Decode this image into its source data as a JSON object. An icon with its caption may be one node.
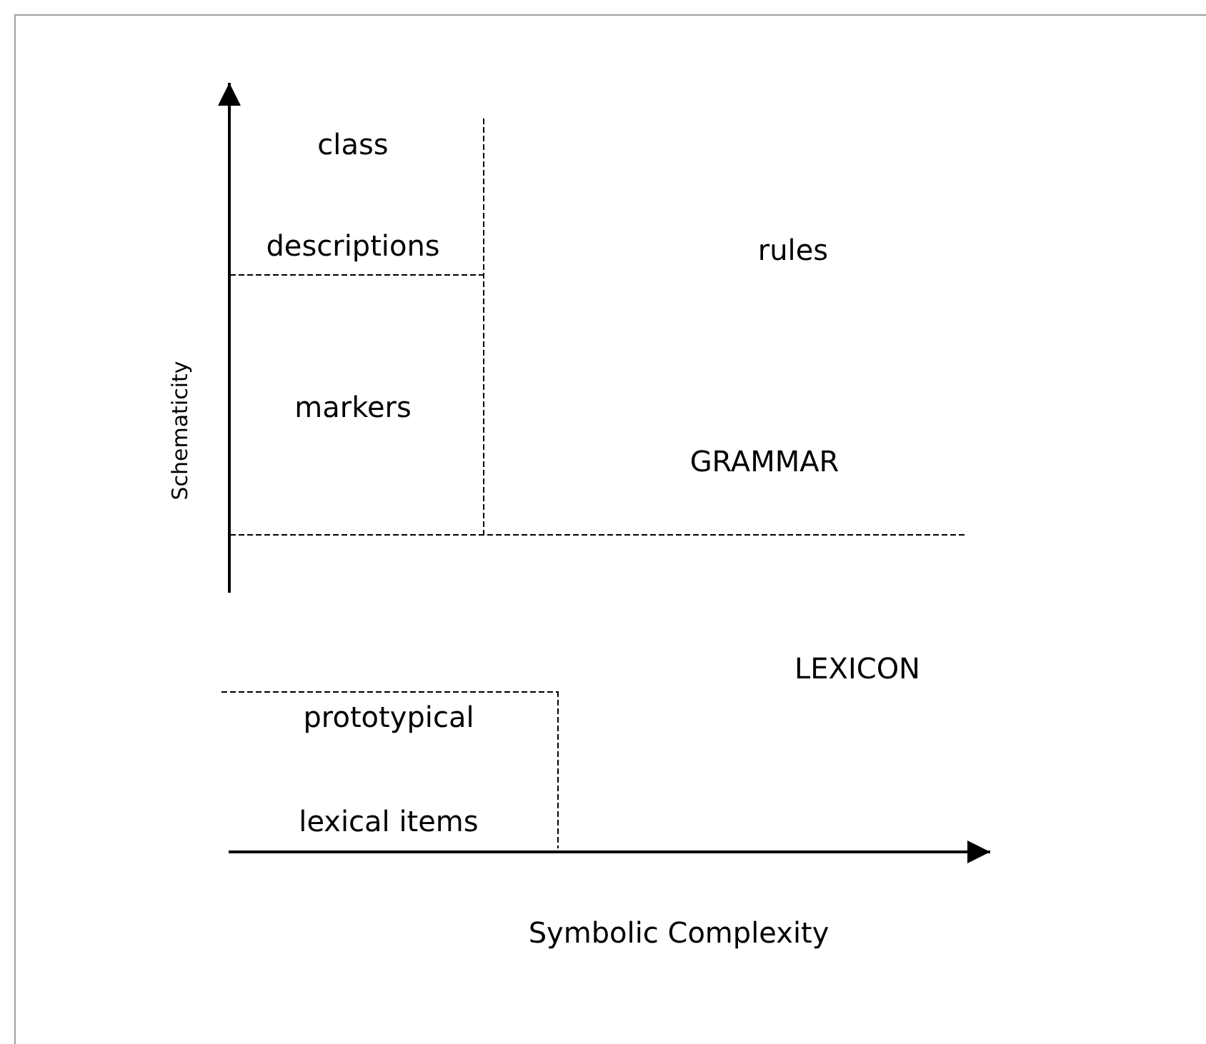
{
  "diagram": {
    "labels": [
      "class descriptions",
      "rules",
      "markers",
      "GRAMMAR",
      "LEXICON",
      "prototypical lexical items",
      "Schematicity",
      "Symbolic Complexity"
    ]
  }
}
